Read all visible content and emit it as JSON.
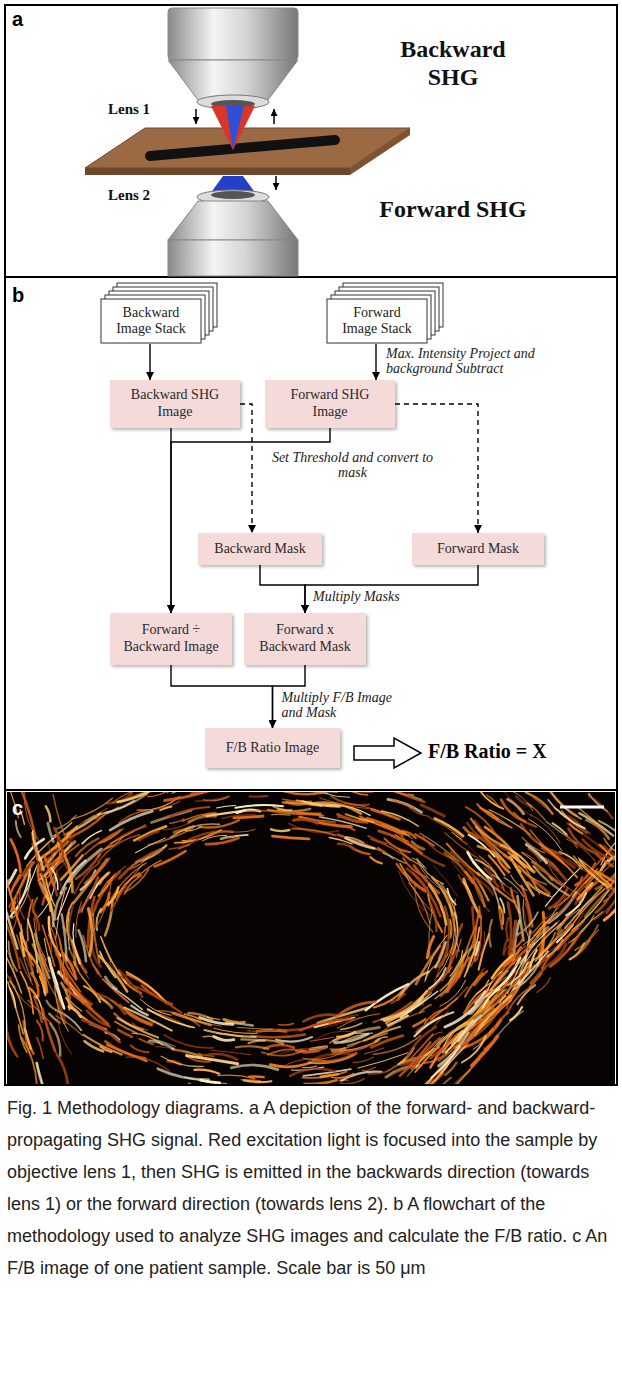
{
  "diagram": {
    "caption": "Fig. 1 Methodology diagrams. a A depiction of the forward- and backward-propagating SHG signal. Red excitation light is focused into the sample by objective lens 1, then SHG is emitted in the backwards direction (towards lens 1) or the forward direction (towards lens 2). b A flowchart of the methodology used to analyze SHG images and calculate the F/B ratio. c An F/B image of one patient sample. Scale bar is 50 μm",
    "nodes": [
      {
        "text": [
          "Backward Image Stack"
        ]
      },
      {
        "text": [
          "Forward Image Stack"
        ]
      },
      {
        "text": [
          "Backward SHG Image"
        ]
      },
      {
        "text": [
          "Forward SHG Image"
        ]
      },
      {
        "text": [
          "Backward Mask"
        ]
      },
      {
        "text": [
          "Forward Mask"
        ]
      },
      {
        "text": [
          "Forward ÷ Backward Image"
        ]
      },
      {
        "text": [
          "Forward x Backward Mask"
        ]
      },
      {
        "text": [
          "F/B Ratio Image"
        ]
      }
    ],
    "edges": [
      {
        "from": 0,
        "to": 2,
        "arrow": "to"
      },
      {
        "from": 1,
        "to": 3,
        "arrow": "to",
        "label": "Max. Intensity Project and background Subtract"
      },
      {
        "from": 2,
        "to": 6,
        "arrow": "to"
      },
      {
        "from": 3,
        "to": 6,
        "arrow": "to"
      },
      {
        "from": 2,
        "to": 4,
        "arrow": "to"
      },
      {
        "from": 3,
        "to": 5,
        "arrow": "to"
      },
      {
        "from": 4,
        "to": 7,
        "arrow": "to",
        "label": "Multiply Masks"
      },
      {
        "from": 5,
        "to": 7,
        "arrow": "to"
      },
      {
        "from": 6,
        "to": 8,
        "arrow": "to",
        "label": "Multiply F/B Image and Mask"
      },
      {
        "from": 7,
        "to": 8,
        "arrow": "to"
      }
    ],
    "labels": [
      "a",
      "Backward SHG",
      "Forward SHG",
      "Lens 1",
      "Lens 2",
      "b",
      "Set Threshold and convert to mask",
      "F/B Ratio = X",
      "c"
    ]
  }
}
